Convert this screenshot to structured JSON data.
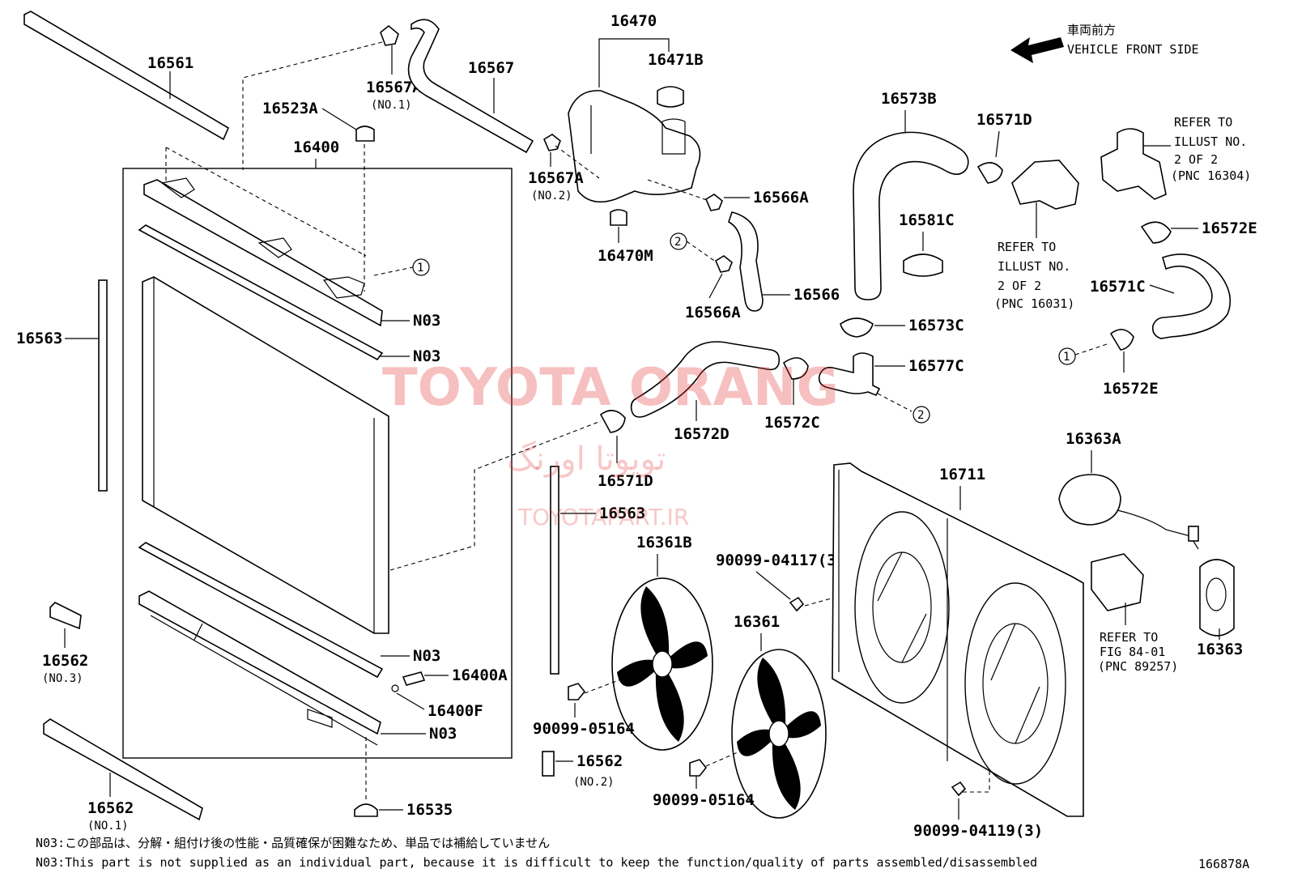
{
  "diagram_id": "166878A",
  "direction": {
    "jp": "車両前方",
    "en": "VEHICLE FRONT SIDE",
    "icon": "arrow-left-icon"
  },
  "callouts": {
    "c16561": "16561",
    "c16567A_top": "16567A",
    "c16567A_top_sub": "(NO.1)",
    "c16567": "16567",
    "c16523A": "16523A",
    "c16400": "16400",
    "c16470": "16470",
    "c16471B": "16471B",
    "c16567A_mid": "16567A",
    "c16567A_mid_sub": "(NO.2)",
    "c16470M": "16470M",
    "c16566A_1": "16566A",
    "c16566A_2": "16566A",
    "c16566": "16566",
    "c16573B": "16573B",
    "c16571D_top": "16571D",
    "c16581C": "16581C",
    "c16573C": "16573C",
    "c16577C": "16577C",
    "c16572E_1": "16572E",
    "c16571C": "16571C",
    "c16572E_2": "16572E",
    "c16563_left": "16563",
    "c16563_mid": "16563",
    "c16572D": "16572D",
    "c16572C": "16572C",
    "c16571D_mid": "16571D",
    "c16363A": "16363A",
    "c16711": "16711",
    "c16361B": "16361B",
    "c16361": "16361",
    "c16363": "16363",
    "c16562_no3": "16562",
    "c16562_no3_sub": "(NO.3)",
    "c16562_no2": "16562",
    "c16562_no2_sub": "(NO.2)",
    "c16562_no1": "16562",
    "c16562_no1_sub": "(NO.1)",
    "c16400A": "16400A",
    "c16400F": "16400F",
    "c16535": "16535",
    "n03_1": "N03",
    "n03_2": "N03",
    "n03_3": "N03",
    "n03_4": "N03",
    "b9009904117": "90099-04117(3)",
    "b9009904119": "90099-04119(3)",
    "b9009905164_1": "90099-05164",
    "b9009905164_2": "90099-05164"
  },
  "markers": {
    "one": "1",
    "two": "2"
  },
  "references": {
    "r16031": [
      "REFER TO",
      "ILLUST NO.",
      "2 OF 2",
      "(PNC 16031)"
    ],
    "r16304": [
      "REFER TO",
      "ILLUST NO.",
      "2 OF 2",
      "(PNC 16304)"
    ],
    "r89257": [
      "REFER TO",
      "FIG 84-01",
      "(PNC 89257)"
    ]
  },
  "notes": {
    "jp": "N03:この部品は、分解・組付け後の性能・品質確保が困難なため、単品では補給していません",
    "en": "N03:This part is not supplied as an individual part, because it is difficult to keep the function/quality of parts assembled/disassembled"
  },
  "watermark": {
    "line1": "TOYOTA ORANG",
    "line2": "تویوتا اورنگ",
    "line3": "TOYOTAPART.IR",
    "color": "#e23b3b"
  }
}
